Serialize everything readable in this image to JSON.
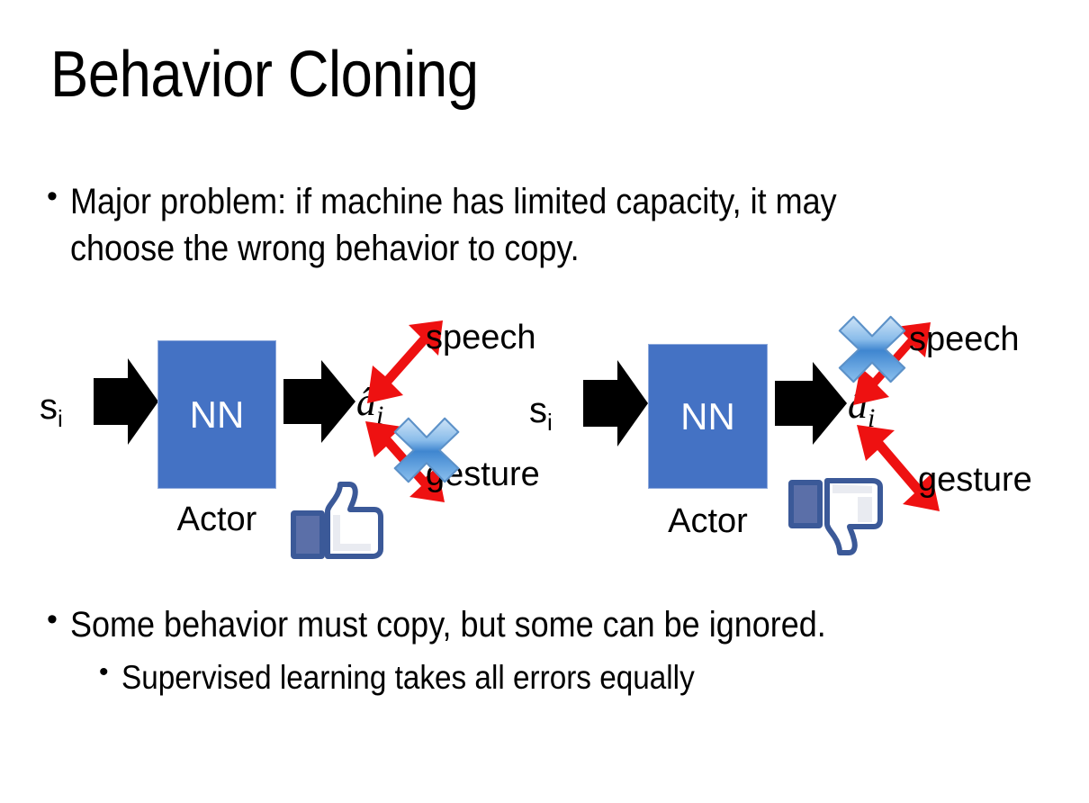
{
  "slide": {
    "title": "Behavior Cloning",
    "background_color": "#FFFFFF"
  },
  "bullets": {
    "top": {
      "marker": "•",
      "text": "Major problem: if machine has limited capacity, it may choose the wrong behavior to copy."
    },
    "bottom_1": {
      "marker": "•",
      "text": "Some behavior must copy, but some can be ignored."
    },
    "bottom_2": {
      "marker": "•",
      "text": "Supervised learning takes all errors equally"
    }
  },
  "colors": {
    "nn_box_blue": "#4472C4",
    "nn_box_border": "#8FAADC",
    "arrow_black": "#000000",
    "red_arrow": "#EE1111",
    "x_blue_light": "#A8CCEE",
    "x_blue_dark": "#2E75C8",
    "thumb_outline": "#3B5998",
    "thumb_fill": "#FFFFFF",
    "thumb_cuff": "#5B6FA8",
    "text_black": "#000000"
  },
  "diagrams": [
    {
      "id": "left",
      "input_label": "s",
      "input_subscript": "i",
      "box_label": "NN",
      "box_caption": "Actor",
      "output_label": "a",
      "output_subscript": "i",
      "output_accent": "hat",
      "branches": [
        {
          "name": "speech",
          "label": "speech",
          "blocked": false
        },
        {
          "name": "gesture",
          "label": "gesture",
          "blocked": true
        }
      ],
      "verdict_icon": "thumbs-up-icon",
      "blocked_branch": "gesture"
    },
    {
      "id": "right",
      "input_label": "s",
      "input_subscript": "i",
      "box_label": "NN",
      "box_caption": "Actor",
      "output_label": "a",
      "output_subscript": "i",
      "output_accent": "hat",
      "branches": [
        {
          "name": "speech",
          "label": "speech",
          "blocked": true
        },
        {
          "name": "gesture",
          "label": "gesture",
          "blocked": false
        }
      ],
      "verdict_icon": "thumbs-down-icon",
      "blocked_branch": "speech"
    }
  ]
}
